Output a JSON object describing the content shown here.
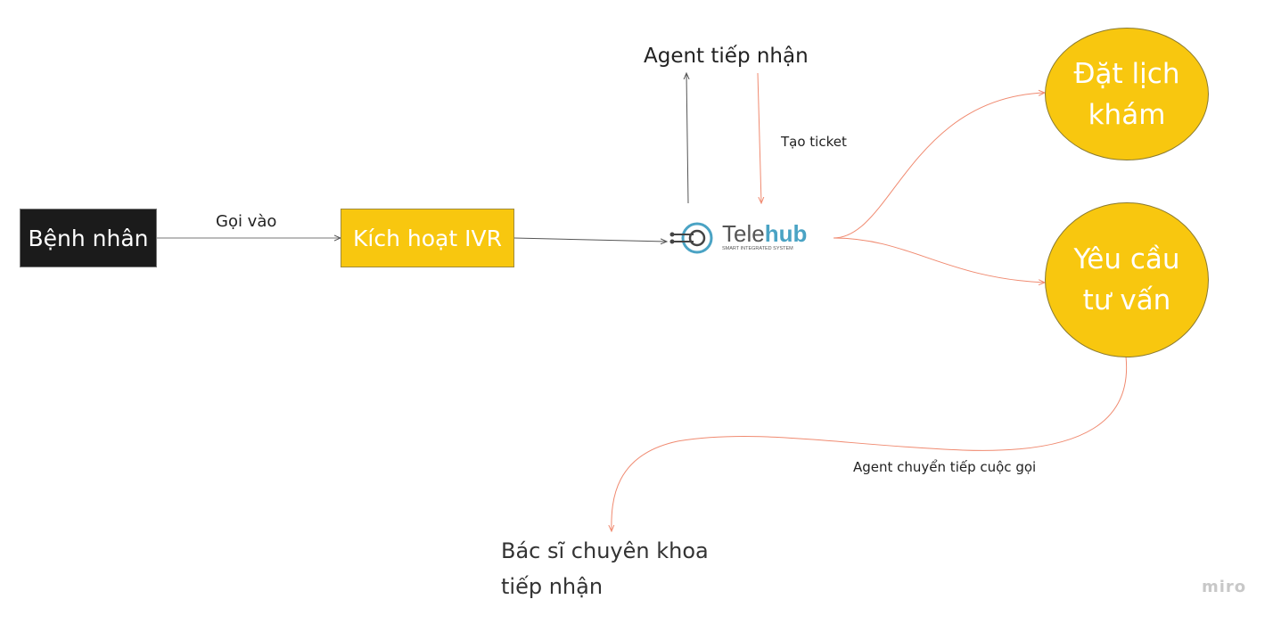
{
  "nodes": {
    "patient": "Bệnh nhân",
    "ivr": "Kích hoạt IVR",
    "agent": "Agent tiếp nhận",
    "booking_line1": "Đặt lịch",
    "booking_line2": "khám",
    "consult_line1": "Yêu cầu",
    "consult_line2": "tư vấn",
    "specialist_line1": "Bác sĩ chuyên khoa",
    "specialist_line2": "tiếp nhận"
  },
  "edges": {
    "call_in": "Gọi vào",
    "create_ticket": "Tạo ticket",
    "forward_call": "Agent chuyển tiếp cuộc gọi"
  },
  "logo": {
    "brand_a": "Tele",
    "brand_b": "hub",
    "tagline": "SMART INTEGRATED SYSTEM"
  },
  "watermark": "miro",
  "colors": {
    "yellow": "#f8c70f",
    "black": "#1b1b1b",
    "arrow_red": "#f08a70",
    "logo_blue": "#4aa3c4"
  }
}
